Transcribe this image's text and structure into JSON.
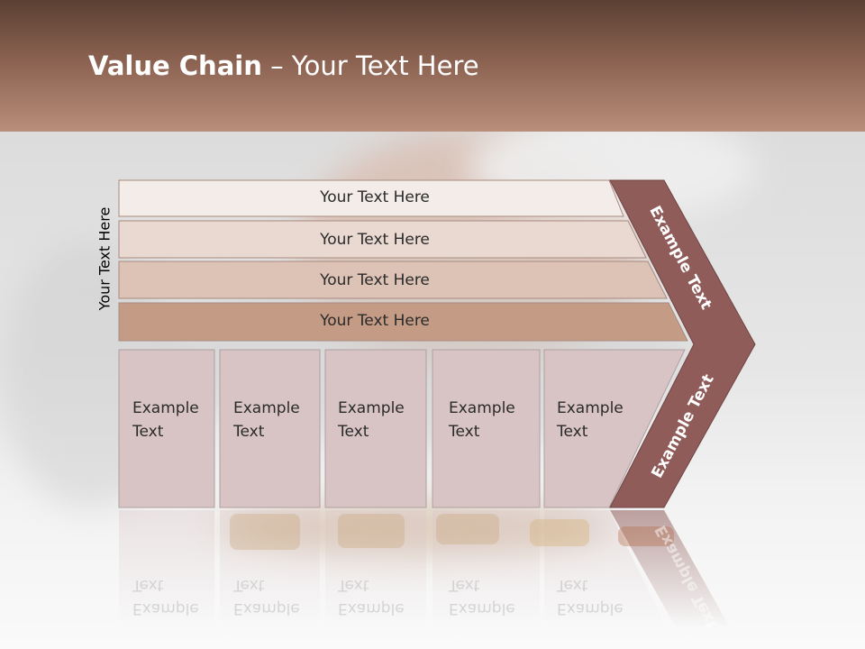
{
  "title": {
    "bold": "Value Chain",
    "rest": " – Your Text Here"
  },
  "side_label": "Your Text Here",
  "bands": [
    "Your Text Here",
    "Your Text Here",
    "Your Text Here",
    "Your Text Here"
  ],
  "boxes": [
    {
      "line1": "Example",
      "line2": "Text"
    },
    {
      "line1": "Example",
      "line2": "Text"
    },
    {
      "line1": "Example",
      "line2": "Text"
    },
    {
      "line1": "Example",
      "line2": "Text"
    },
    {
      "line1": "Example",
      "line2": "Text"
    }
  ],
  "chevron": {
    "upper": "Example Text",
    "lower": "Example Text"
  },
  "colors": {
    "header": "#8a6150",
    "chevron": "#8f5c5a",
    "band1": "#f3ece9",
    "band2": "#e9d9d1",
    "band3": "#dcc3b6",
    "band4": "#c49c86",
    "box": "#d9c4c5"
  }
}
